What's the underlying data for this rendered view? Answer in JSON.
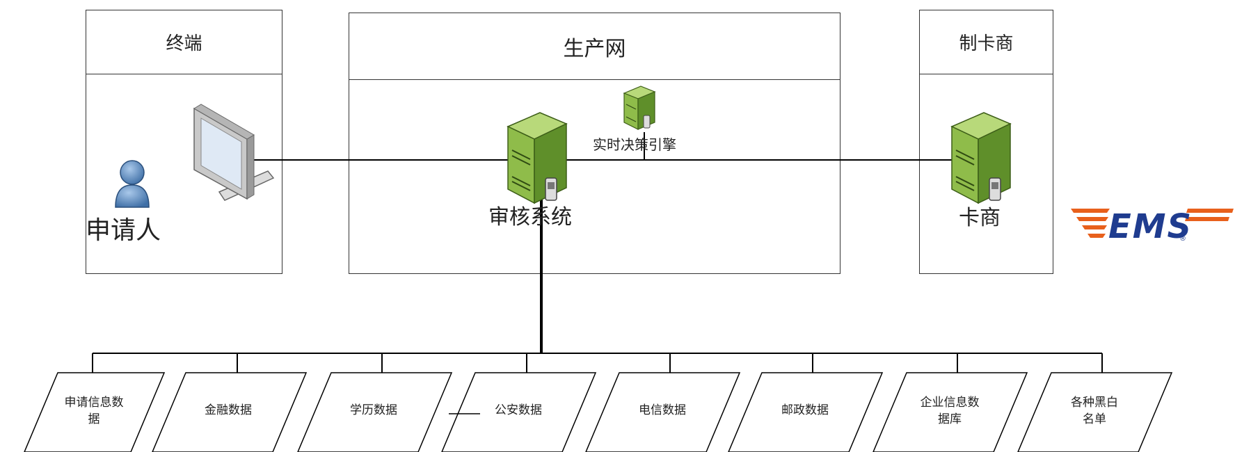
{
  "zones": {
    "terminal": {
      "title": "终端"
    },
    "production": {
      "title": "生产网"
    },
    "card_maker": {
      "title": "制卡商"
    }
  },
  "nodes": {
    "applicant": "申请人",
    "audit_system": "审核系统",
    "decision_engine": "实时决策引擎",
    "card_vendor": "卡商"
  },
  "logo": {
    "text": "EMS"
  },
  "data_sources": [
    {
      "lines": [
        "申请信息数",
        "据"
      ]
    },
    {
      "lines": [
        "金融数据"
      ]
    },
    {
      "lines": [
        "学历数据"
      ]
    },
    {
      "lines": [
        "公安数据"
      ]
    },
    {
      "lines": [
        "电信数据"
      ]
    },
    {
      "lines": [
        "邮政数据"
      ]
    },
    {
      "lines": [
        "企业信息数",
        "据库"
      ]
    },
    {
      "lines": [
        "各种黑白",
        "名单"
      ]
    }
  ],
  "colors": {
    "line": "#000000",
    "server_green": "#8fbc4a",
    "server_dark": "#4f7a22",
    "person_blue": "#4a7fb5",
    "ems_blue": "#1f3c8f",
    "ems_orange": "#e8601c"
  }
}
